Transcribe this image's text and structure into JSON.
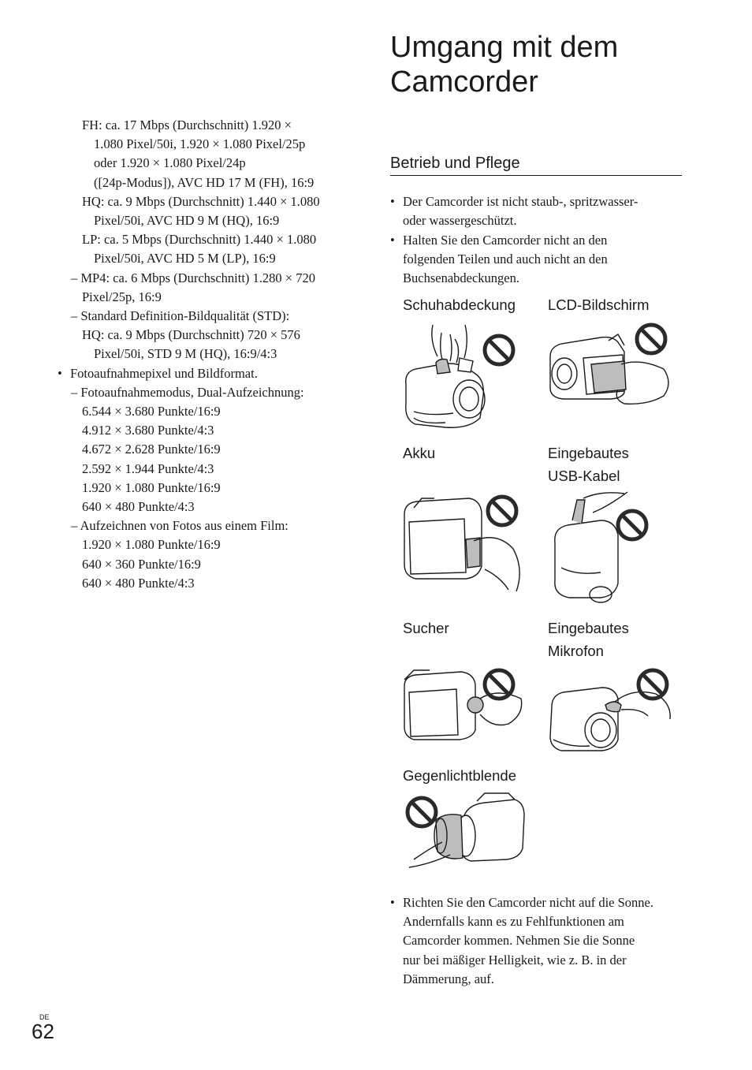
{
  "left_column": {
    "lines": [
      "FH: ca. 17 Mbps (Durchschnitt) 1.920 ×",
      "1.080 Pixel/50i, 1.920 × 1.080 Pixel/25p",
      "oder 1.920 × 1.080 Pixel/24p",
      "([24p-Modus]), AVC HD 17 M (FH), 16:9",
      "HQ: ca. 9 Mbps (Durchschnitt) 1.440 × 1.080",
      "Pixel/50i, AVC HD 9 M (HQ), 16:9",
      "LP: ca. 5 Mbps (Durchschnitt) 1.440 × 1.080",
      "Pixel/50i, AVC HD 5 M (LP), 16:9",
      "– MP4: ca. 6 Mbps (Durchschnitt) 1.280 × 720",
      "Pixel/25p, 16:9",
      "– Standard Definition-Bildqualität (STD):",
      "HQ: ca. 9 Mbps (Durchschnitt) 720 × 576",
      "Pixel/50i, STD 9 M (HQ), 16:9/4:3",
      "Fotoaufnahmepixel und Bildformat.",
      "– Fotoaufnahmemodus, Dual-Aufzeichnung:",
      "6.544 × 3.680 Punkte/16:9",
      "4.912 × 3.680 Punkte/4:3",
      "4.672 × 2.628 Punkte/16:9",
      "2.592 × 1.944 Punkte/4:3",
      "1.920 × 1.080 Punkte/16:9",
      "640 × 480 Punkte/4:3",
      "– Aufzeichnen von Fotos aus einem Film:",
      "1.920 × 1.080 Punkte/16:9",
      "640 × 360 Punkte/16:9",
      "640 × 480 Punkte/4:3"
    ]
  },
  "title_lines": [
    "Umgang mit dem",
    "Camcorder"
  ],
  "section_heading": "Betrieb und Pflege",
  "bullets_top": [
    [
      "Der Camcorder ist nicht staub-, spritzwasser-",
      "oder wassergeschützt."
    ],
    [
      "Halten Sie den Camcorder nicht an den",
      "folgenden Teilen und auch nicht an den",
      "Buchsenabdeckungen."
    ]
  ],
  "captions": {
    "shoe_cover": "Schuhabdeckung",
    "lcd": "LCD-Bildschirm",
    "battery": "Akku",
    "usb_line1": "Eingebautes",
    "usb_line2": "USB-Kabel",
    "viewfinder": "Sucher",
    "mic_line1": "Eingebautes",
    "mic_line2": "Mikrofon",
    "lens_hood": "Gegenlichtblende"
  },
  "bullet_bottom": [
    "Richten Sie den Camcorder nicht auf die Sonne.",
    "Andernfalls kann es zu Fehlfunktionen am",
    "Camcorder kommen. Nehmen Sie die Sonne",
    "nur bei mäßiger Helligkeit, wie z. B. in der",
    "Dämmerung, auf."
  ],
  "footer": {
    "lang": "DE",
    "page": "62"
  },
  "icons": [
    "prohibited-icon"
  ]
}
